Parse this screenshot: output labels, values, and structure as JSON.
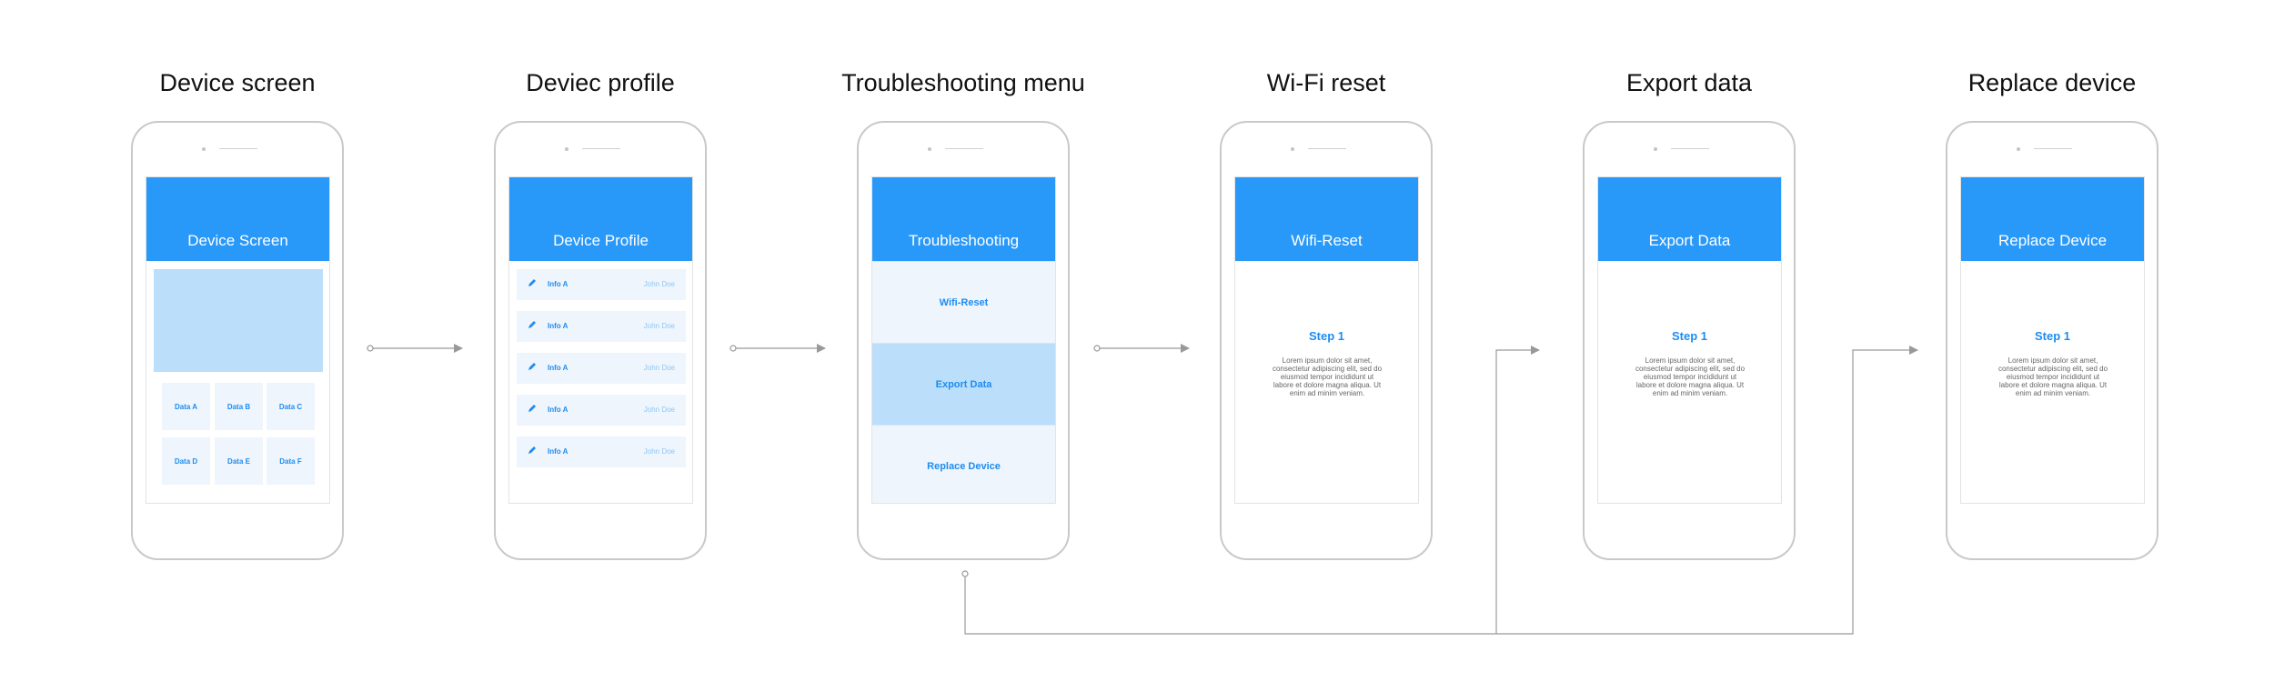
{
  "screens": [
    {
      "title": "Device screen",
      "header": "Device Screen"
    },
    {
      "title": "Deviec profile",
      "header": "Device Profile"
    },
    {
      "title": "Troubleshooting menu",
      "header": "Troubleshooting"
    },
    {
      "title": "Wi-Fi reset",
      "header": "Wifi-Reset"
    },
    {
      "title": "Export data",
      "header": "Export Data"
    },
    {
      "title": "Replace device",
      "header": "Replace Device"
    }
  ],
  "device_tiles": [
    "Data A",
    "Data B",
    "Data C",
    "Data D",
    "Data E",
    "Data F"
  ],
  "profile_rows": [
    {
      "label": "Info A",
      "value": "John Doe"
    },
    {
      "label": "Info A",
      "value": "John Doe"
    },
    {
      "label": "Info A",
      "value": "John Doe"
    },
    {
      "label": "Info A",
      "value": "John Doe"
    },
    {
      "label": "Info A",
      "value": "John Doe"
    }
  ],
  "menu_items": [
    "Wifi-Reset",
    "Export Data",
    "Replace Device"
  ],
  "step_label": "Step 1",
  "lorem_text": "Lorem ipsum dolor sit amet, consectetur adipiscing elit, sed do eiusmod tempor incididunt ut labore et dolore magna aliqua. Ut enim ad minim veniam.",
  "colors": {
    "header": "#2898f9",
    "accent": "#1e8cf0",
    "light": "#eef5fc",
    "highlight": "#bbdefb",
    "connector": "#999999"
  }
}
